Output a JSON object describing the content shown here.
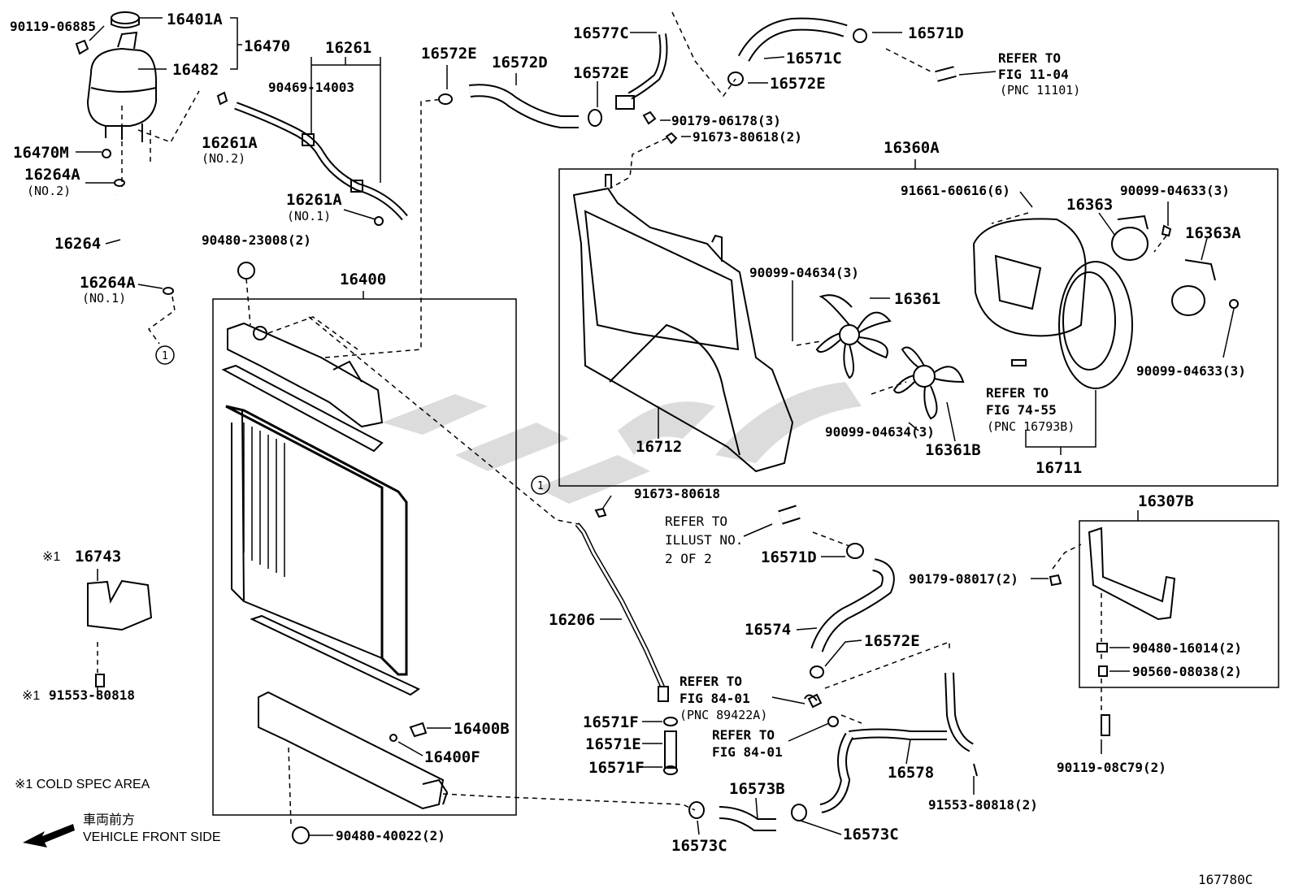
{
  "labels": {
    "p16401A": "16401A",
    "p90119_06885": "90119-06885",
    "p16470": "16470",
    "p16482": "16482",
    "p16261": "16261",
    "p90469": "90469-14003",
    "p16261A_top": "16261A",
    "p16261A_top_sub": "(NO.2)",
    "p16470M": "16470M",
    "p16264A_top": "16264A",
    "p16264A_top_sub": "(NO.2)",
    "p16261A_no1": "16261A",
    "p16261A_no1_sub": "(NO.1)",
    "p16264": "16264",
    "p90480_23008": "90480-23008(2)",
    "p16264A_bot": "16264A",
    "p16264A_bot_sub": "(NO.1)",
    "p16400": "16400",
    "p16572E_a": "16572E",
    "p16572D": "16572D",
    "p16577C": "16577C",
    "p16572E_b": "16572E",
    "p16571C": "16571C",
    "p16572E_c": "16572E",
    "p16571D_top": "16571D",
    "p90179_06178": "90179-06178(3)",
    "p91673_80618_2": "91673-80618(2)",
    "refer_11_04_a": "REFER TO",
    "refer_11_04_b": "FIG 11-04",
    "refer_11_04_c": "(PNC 11101)",
    "p16360A": "16360A",
    "p91661": "91661-60616(6)",
    "p16363": "16363",
    "p90099_04633_top": "90099-04633(3)",
    "p16363A": "16363A",
    "p90099_04634_a": "90099-04634(3)",
    "p16361": "16361",
    "p90099_04633_bot": "90099-04633(3)",
    "refer_74_55_a": "REFER TO",
    "refer_74_55_b": "FIG 74-55",
    "refer_74_55_c": "(PNC 16793B)",
    "p90099_04634_b": "90099-04634(3)",
    "p16712": "16712",
    "p16361B": "16361B",
    "p16711": "16711",
    "p91673_80618": "91673-80618",
    "circle1_a": "1",
    "circle1_b": "1",
    "refer_illust_a": "REFER TO",
    "refer_illust_b": "ILLUST NO.",
    "refer_illust_c": "2 OF 2",
    "p16571D_mid": "16571D",
    "p16307B": "16307B",
    "p90179_08017": "90179-08017(2)",
    "p16574": "16574",
    "p16572E_d": "16572E",
    "p90480_16014": "90480-16014(2)",
    "p90560_08038": "90560-08038(2)",
    "p16206": "16206",
    "refer_84_01a_a": "REFER TO",
    "refer_84_01a_b": "FIG 84-01",
    "refer_84_01a_c": "(PNC 89422A)",
    "p16571F_a": "16571F",
    "p16571E": "16571E",
    "p16571F_b": "16571F",
    "refer_84_01b_a": "REFER TO",
    "refer_84_01b_b": "FIG 84-01",
    "p16578": "16578",
    "p90119_08C79": "90119-08C79(2)",
    "p91553_80818_b": "91553-80818(2)",
    "p16573B": "16573B",
    "p16573C_a": "16573C",
    "p16573C_b": "16573C",
    "p16400B": "16400B",
    "p16400F": "16400F",
    "p90480_40022": "90480-40022(2)",
    "cold_mark_1": "※1",
    "p16743": "16743",
    "cold_mark_2": "※1",
    "p91553_80818_a": "91553-80818",
    "cold_note": "※1  COLD SPEC AREA",
    "front_jp": "車両前方",
    "front_en": "VEHICLE FRONT SIDE",
    "fig_id": "167780C"
  }
}
